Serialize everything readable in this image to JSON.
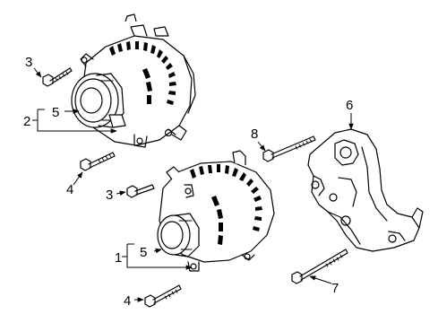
{
  "callouts": {
    "c1": "1",
    "c2": "2",
    "c3_top": "3",
    "c3_bottom": "3",
    "c4_top": "4",
    "c4_bottom": "4",
    "c5_top": "5",
    "c5_bottom": "5",
    "c6": "6",
    "c7": "7",
    "c8": "8"
  }
}
